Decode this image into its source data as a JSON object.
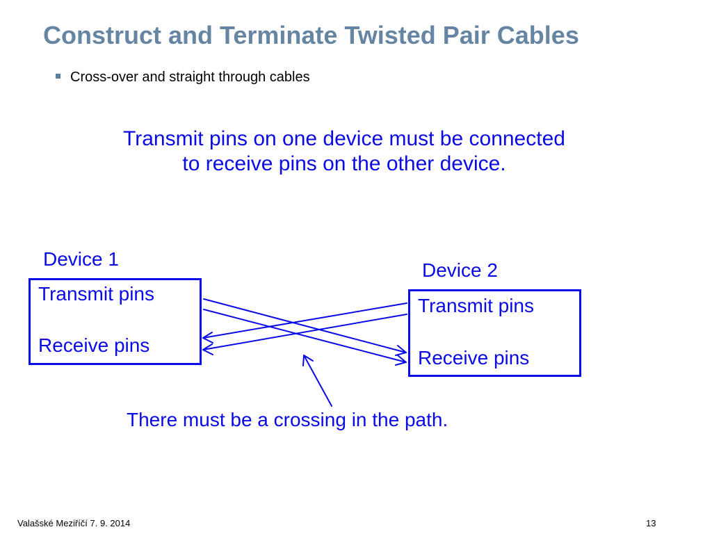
{
  "slide": {
    "title": "Construct and Terminate Twisted Pair Cables",
    "bullet": "Cross-over and straight through cables",
    "statement_lines": [
      "Transmit pins on one device must be connected",
      "to receive pins on the other device."
    ],
    "device1": {
      "label": "Device 1",
      "transmit": "Transmit pins",
      "receive": "Receive pins"
    },
    "device2": {
      "label": "Device 2",
      "transmit": "Transmit pins",
      "receive": "Receive pins"
    },
    "caption": "There must be a crossing in the path.",
    "footer_left": "Valašské Meziříčí 7. 9. 2014",
    "footer_right": "13"
  },
  "colors": {
    "title": "#6685a2",
    "accent_blue": "#0a0ae6",
    "bullet_marker": "#5d7f9e"
  }
}
